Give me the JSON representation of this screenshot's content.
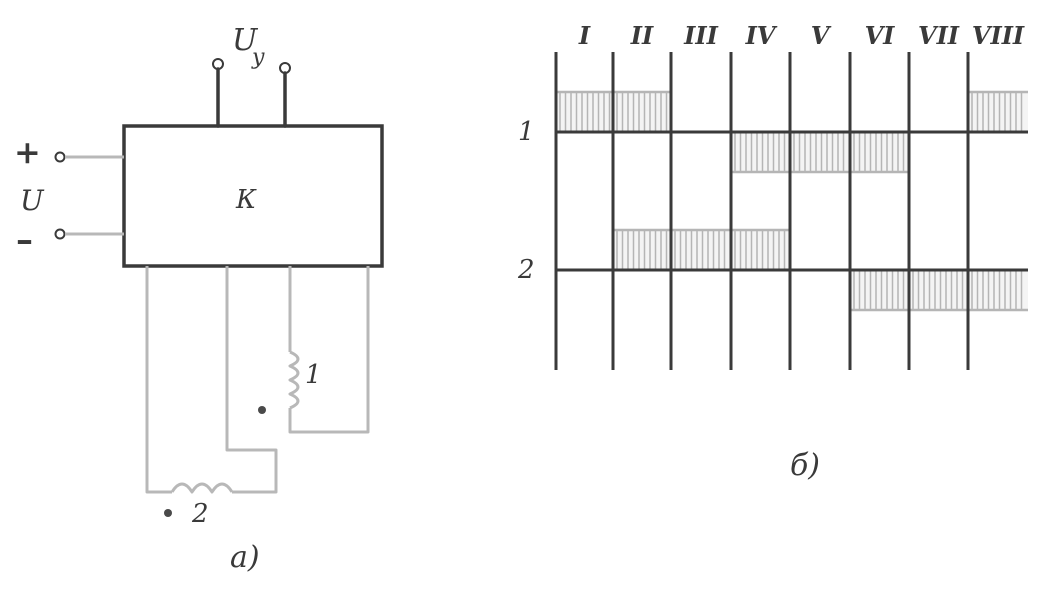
{
  "diagram_a": {
    "control_voltage_label": "U",
    "control_voltage_subscript": "у",
    "supply_plus": "+",
    "supply_minus": "–",
    "supply_voltage_label": "U",
    "block_label": "К",
    "winding_1_label": "1",
    "winding_2_label": "2",
    "caption": "а)"
  },
  "diagram_b": {
    "column_labels": [
      "I",
      "II",
      "III",
      "IV",
      "V",
      "VI",
      "VII",
      "VIII"
    ],
    "row_labels": [
      "1",
      "2"
    ],
    "caption": "б)",
    "pulses": [
      {
        "row": 1,
        "columns": [
          1,
          2
        ],
        "side": "above"
      },
      {
        "row": 1,
        "columns": [
          4,
          5,
          6
        ],
        "side": "below"
      },
      {
        "row": 1,
        "columns": [
          8
        ],
        "side": "above"
      },
      {
        "row": 2,
        "columns": [
          2,
          3,
          4
        ],
        "side": "above"
      },
      {
        "row": 2,
        "columns": [
          6,
          7,
          8
        ],
        "side": "below"
      }
    ]
  },
  "colors": {
    "ink": "#3a3a3a",
    "wire": "#b8b8b8",
    "hatch": "#b5b5b5"
  }
}
